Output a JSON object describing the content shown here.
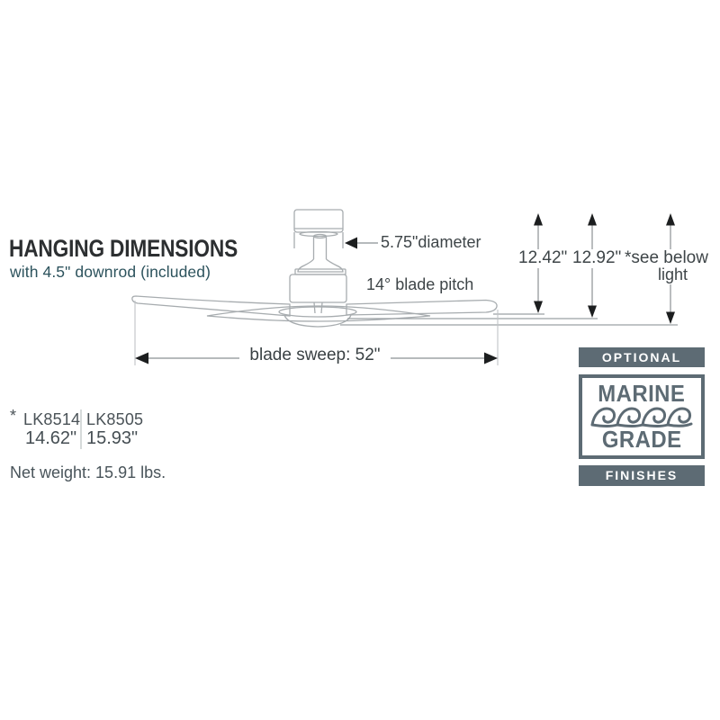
{
  "header": {
    "title": "HANGING DIMENSIONS",
    "subtitle": "with 4.5\" downrod (included)"
  },
  "diagram": {
    "diameter_label": "5.75\"diameter",
    "blade_pitch_label": "14° blade pitch",
    "blade_sweep_label": "blade sweep: 52\"",
    "hang_dim_1": "12.42\"",
    "hang_dim_2": "12.92\"",
    "hang_dim_3": "*see below",
    "hang_dim_3_sub": "light"
  },
  "footnote": {
    "marker": "*",
    "models": [
      {
        "name": "LK8514",
        "value": "14.62\""
      },
      {
        "name": "LK8505",
        "value": "15.93\""
      }
    ],
    "net_weight": "Net weight: 15.91 lbs."
  },
  "badge": {
    "top": "OPTIONAL",
    "line1": "MARINE",
    "line2": "GRADE",
    "bottom": "FINISHES",
    "color": "#5d6b74"
  }
}
